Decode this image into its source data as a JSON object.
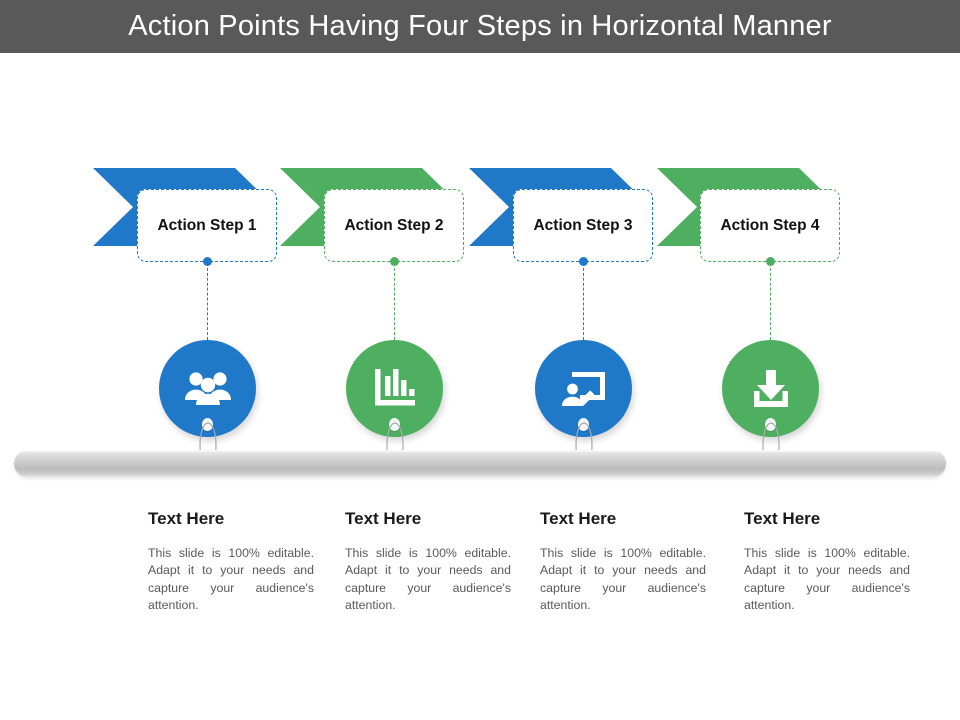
{
  "slide": {
    "title": "Action Points Having Four Steps in Horizontal Manner",
    "title_bar_color": "#595959",
    "background_color": "#ffffff"
  },
  "palette": {
    "blue": "#2079C8",
    "green": "#4FAF60",
    "rail_gray": "#c9c9c9",
    "body_text_gray": "#595959",
    "heading_black": "#1a1a1a"
  },
  "steps": [
    {
      "arrow_color": "#2079C8",
      "box_label": "Action Step 1",
      "accent": "blue",
      "icon": "people-group-icon",
      "circle_color": "#2079C8",
      "text_heading": "Text Here",
      "text_body": "This slide is 100% editable. Adapt it to your needs and capture your audience's attention."
    },
    {
      "arrow_color": "#4FAF60",
      "box_label": "Action Step 2",
      "accent": "green",
      "icon": "bar-chart-icon",
      "circle_color": "#4FAF60",
      "text_heading": "Text Here",
      "text_body": "This slide is 100% editable. Adapt it to your needs and capture your audience's attention."
    },
    {
      "arrow_color": "#2079C8",
      "box_label": "Action Step 3",
      "accent": "blue",
      "icon": "presentation-board-icon",
      "circle_color": "#2079C8",
      "text_heading": "Text Here",
      "text_body": "This slide is 100% editable. Adapt it to your needs and capture your audience's attention."
    },
    {
      "arrow_color": "#4FAF60",
      "box_label": "Action Step 4",
      "accent": "green",
      "icon": "download-icon",
      "circle_color": "#4FAF60",
      "text_heading": "Text Here",
      "text_body": "This slide is 100% editable. Adapt it to your needs and capture your audience's attention."
    }
  ]
}
